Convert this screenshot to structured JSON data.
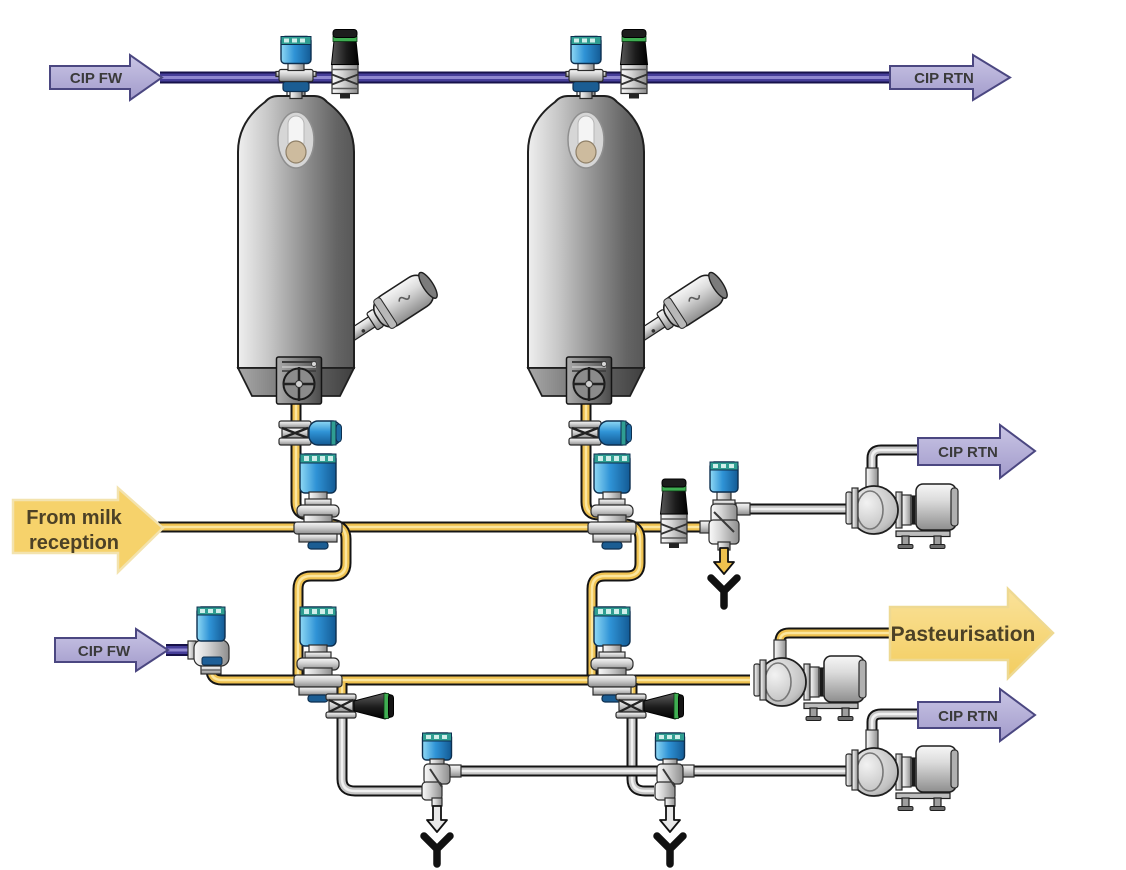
{
  "diagram": {
    "arrows": {
      "cip_fw_top": "CIP FW",
      "cip_rtn_top": "CIP RTN",
      "from_milk": {
        "line1": "From milk",
        "line2": "reception"
      },
      "cip_rtn_mid": "CIP RTN",
      "cip_fw_lower": "CIP FW",
      "pasteurisation": "Pasteurisation",
      "cip_rtn_bottom": "CIP RTN"
    },
    "colors": {
      "cip_line": "#463e99",
      "milk_line": "#eec14f",
      "cip_return_line": "#c6c6c6",
      "arrow_purple": "#b7b2da",
      "arrow_yellow": "#f6d26b",
      "actuator_blue": "#2f93d6",
      "actuator_band_teal": "#2f9e92",
      "valve_handle_green": "#3fae52",
      "tank_gray": "#8a8a8a"
    }
  }
}
